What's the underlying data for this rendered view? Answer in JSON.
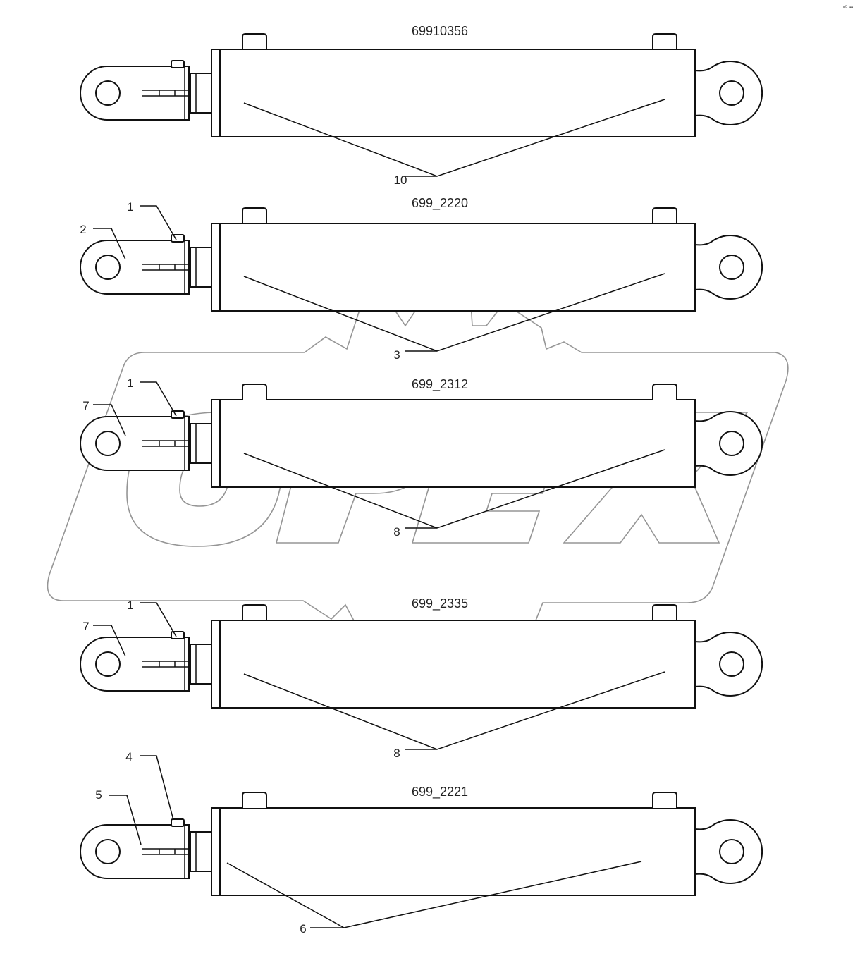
{
  "corner_mark": "¤ᴰ ▪▪▪",
  "watermark": {
    "text": "OPEX"
  },
  "cylinders": [
    {
      "part_number": "69910356",
      "callouts": [
        "10"
      ]
    },
    {
      "part_number": "699_2220",
      "callouts": [
        "1",
        "2",
        "3"
      ]
    },
    {
      "part_number": "699_2312",
      "callouts": [
        "1",
        "7",
        "8"
      ]
    },
    {
      "part_number": "699_2335",
      "callouts": [
        "1",
        "7",
        "8"
      ]
    },
    {
      "part_number": "699_2221",
      "callouts": [
        "4",
        "5",
        "6"
      ]
    }
  ]
}
